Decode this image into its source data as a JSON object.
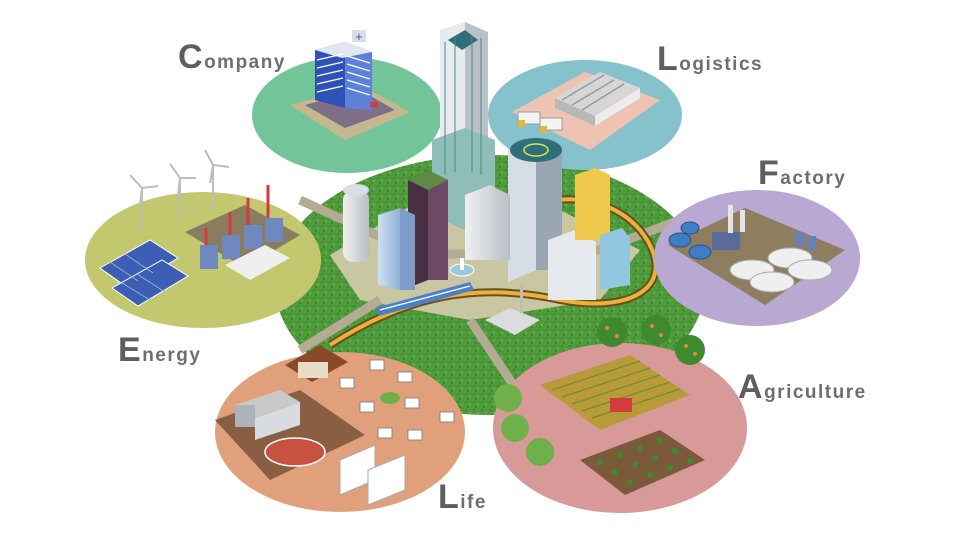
{
  "sectors": [
    {
      "id": "company",
      "initial": "C",
      "rest": "ompany",
      "color": "#74c49a"
    },
    {
      "id": "logistics",
      "initial": "L",
      "rest": "ogistics",
      "color": "#86c2cc"
    },
    {
      "id": "factory",
      "initial": "F",
      "rest": "actory",
      "color": "#b9a8d2"
    },
    {
      "id": "energy",
      "initial": "E",
      "rest": "nergy",
      "color": "#c3c76e"
    },
    {
      "id": "agriculture",
      "initial": "A",
      "rest": "griculture",
      "color": "#d89a99"
    },
    {
      "id": "life",
      "initial": "L",
      "rest": "ife",
      "color": "#e0a07c"
    }
  ],
  "colors": {
    "grass": "#4f9b3c",
    "road": "#b0a890",
    "rail": "#e7b33a",
    "train": "#4a7fc9"
  }
}
